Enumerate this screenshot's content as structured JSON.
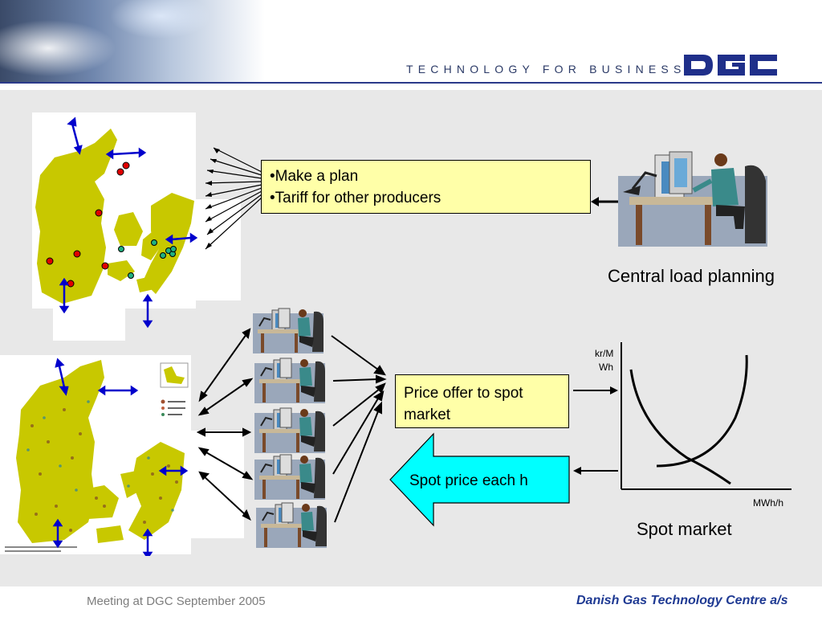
{
  "header": {
    "tagline": "TECHNOLOGY FOR BUSINESS",
    "logo_text": "DGC"
  },
  "diagram": {
    "plan_items": [
      "•Make a plan",
      "•Tariff for other producers"
    ],
    "central_label": "Central load planning",
    "price_offer": "Price offer to  spot market",
    "spot_price": "Spot price each h",
    "spot_label": "Spot market",
    "axis_y": [
      "kr/M",
      "Wh"
    ],
    "axis_x": "MWh/h",
    "colors": {
      "box_fill": "#ffffa8",
      "spot_arrow": "#00ffff",
      "map_land": "#c8c800",
      "big_plant": "#e00000",
      "small_plant": "#20b080",
      "link_arrow": "#0000cc"
    }
  },
  "footer": {
    "left": "Meeting at DGC September 2005",
    "right": "Danish Gas Technology Centre a/s"
  }
}
